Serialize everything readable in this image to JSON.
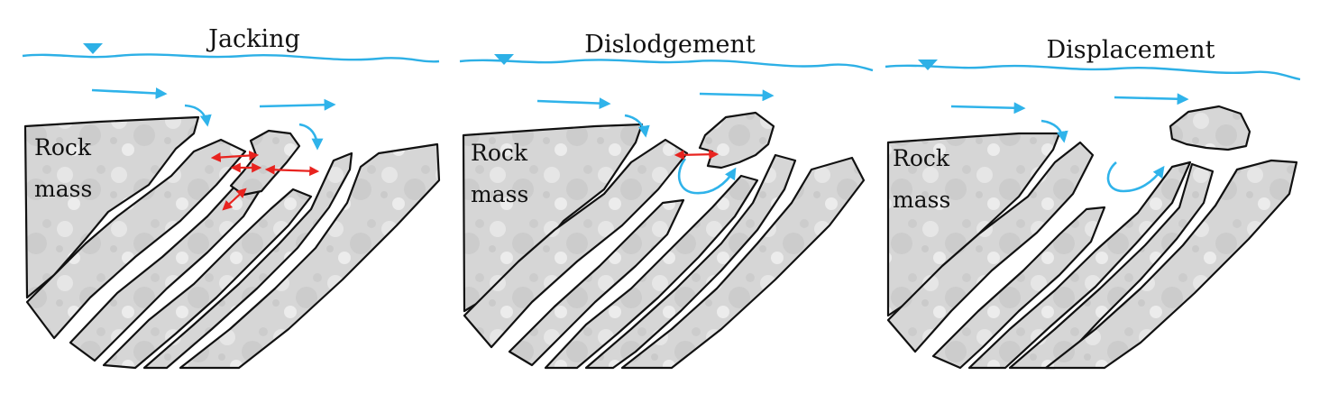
{
  "panels": [
    {
      "title": "Jacking",
      "rock_label_line1": "Rock",
      "rock_label_line2": "mass"
    },
    {
      "title": "Dislodgement",
      "rock_label_line1": "Rock",
      "rock_label_line2": "mass"
    },
    {
      "title": "Displacement",
      "rock_label_line1": "Rock",
      "rock_label_line2": "mass"
    }
  ],
  "colors": {
    "water": "#2db0e6",
    "flow_arrow": "#2fb3ea",
    "force_arrow": "#e8231f",
    "rock_fill": "#d9d9d9",
    "outline": "#111111"
  },
  "icons": {
    "water_level": "inverted-triangle-icon"
  }
}
